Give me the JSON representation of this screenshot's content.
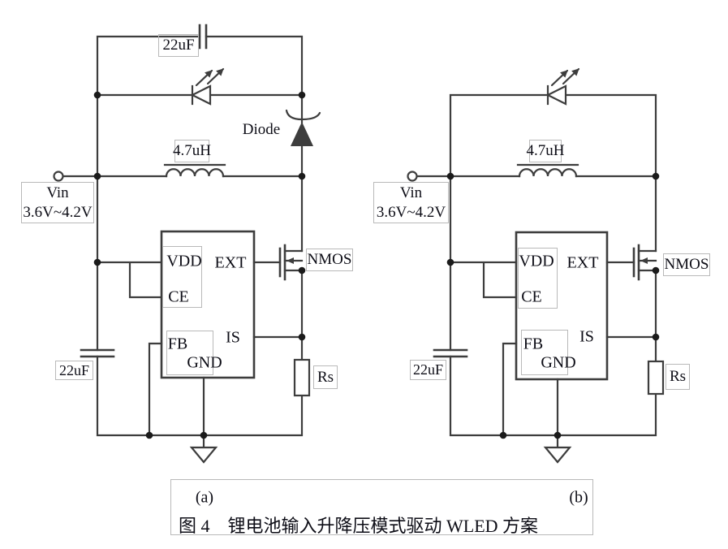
{
  "caption": {
    "sub_a": "(a)",
    "sub_b": "(b)",
    "figure_no": "图 4",
    "title": "锂电池输入升降压模式驱动 WLED 方案"
  },
  "circuit_a": {
    "top_capacitor": "22uF",
    "diode_label": "Diode",
    "inductor": "4.7uH",
    "vin_title": "Vin",
    "vin_range": "3.6V~4.2V",
    "pins": {
      "vdd": "VDD",
      "ce": "CE",
      "ext": "EXT",
      "fb": "FB",
      "gnd": "GND",
      "is": "IS"
    },
    "nmos": "NMOS",
    "sense_resistor": "Rs",
    "input_capacitor": "22uF"
  },
  "circuit_b": {
    "inductor": "4.7uH",
    "vin_title": "Vin",
    "vin_range": "3.6V~4.2V",
    "pins": {
      "vdd": "VDD",
      "ce": "CE",
      "ext": "EXT",
      "fb": "FB",
      "gnd": "GND",
      "is": "IS"
    },
    "nmos": "NMOS",
    "sense_resistor": "Rs",
    "input_capacitor": "22uF"
  },
  "colors": {
    "wire": "#3d3d3d",
    "text": "#0d0d16",
    "box_border": "#b9b9b9",
    "background": "#ffffff",
    "dot": "#1b1b1b"
  }
}
